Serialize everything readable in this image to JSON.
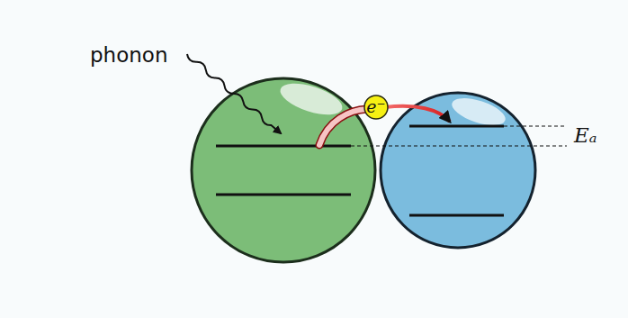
{
  "diagram": {
    "nodes": [
      {
        "text": [
          "e⁻"
        ]
      }
    ],
    "labels": [
      "phonon",
      "Eₐ"
    ]
  }
}
